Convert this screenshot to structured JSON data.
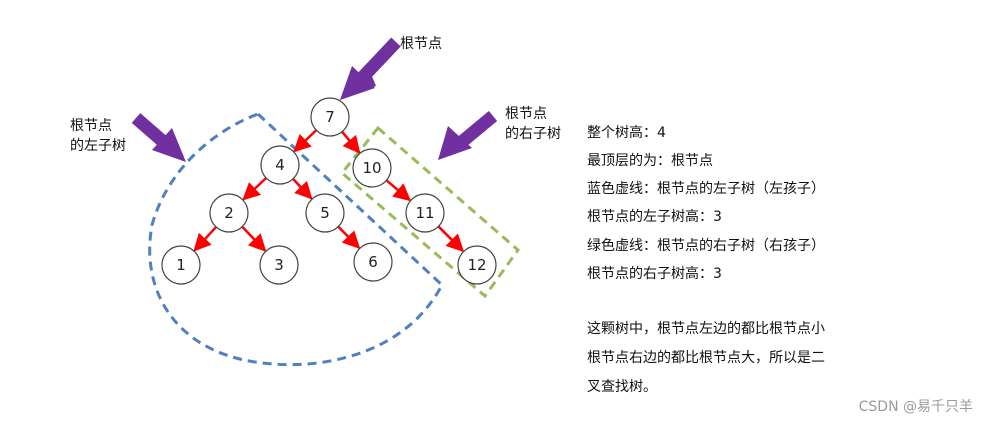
{
  "callouts": {
    "root": "根节点",
    "left_subtree": [
      "根节点",
      "的左子树"
    ],
    "right_subtree": [
      "根节点",
      "的右子树"
    ]
  },
  "tree": {
    "nodes": [
      {
        "id": "n7",
        "label": "7"
      },
      {
        "id": "n4",
        "label": "4"
      },
      {
        "id": "n10",
        "label": "10"
      },
      {
        "id": "n2",
        "label": "2"
      },
      {
        "id": "n5",
        "label": "5"
      },
      {
        "id": "n11",
        "label": "11"
      },
      {
        "id": "n1",
        "label": "1"
      },
      {
        "id": "n3",
        "label": "3"
      },
      {
        "id": "n6",
        "label": "6"
      },
      {
        "id": "n12",
        "label": "12"
      }
    ],
    "edges": [
      [
        "n7",
        "n4"
      ],
      [
        "n7",
        "n10"
      ],
      [
        "n4",
        "n2"
      ],
      [
        "n4",
        "n5"
      ],
      [
        "n2",
        "n1"
      ],
      [
        "n2",
        "n3"
      ],
      [
        "n5",
        "n6"
      ],
      [
        "n10",
        "n11"
      ],
      [
        "n11",
        "n12"
      ]
    ]
  },
  "description": {
    "lines": [
      "整个树高：4",
      "最顶层的为：根节点",
      "蓝色虚线：根节点的左子树（左孩子）",
      "根节点的左子树高：3",
      "绿色虚线：根节点的右子树（右孩子）",
      "根节点的右子树高：3"
    ],
    "paragraph": [
      "这颗树中，根节点左边的都比根节点小",
      "根节点右边的都比根节点大，所以是二",
      "叉查找树。"
    ]
  },
  "watermark": "CSDN @易千只羊",
  "colors": {
    "arrow_purple": "#7030a0",
    "edge_red": "#ff0000",
    "left_outline_blue": "#4f81bd",
    "right_outline_green": "#9bbb59"
  }
}
